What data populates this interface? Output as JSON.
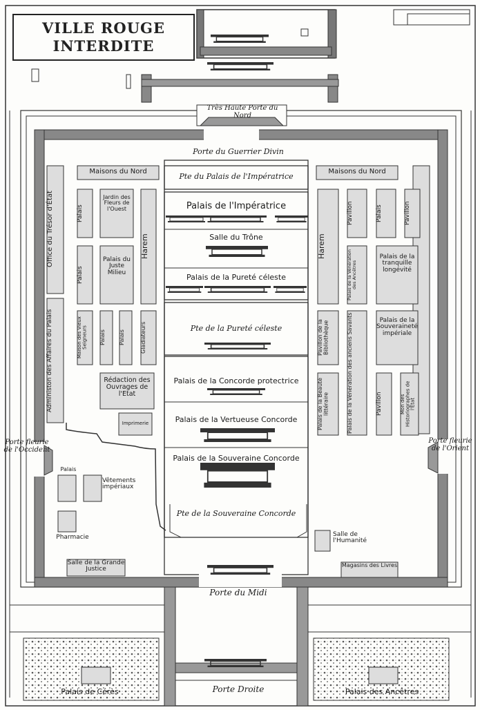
{
  "title": {
    "line1": "VILLE ROUGE",
    "line2": "INTERDITE"
  },
  "gates": {
    "north": "Très Haute Porte du Nord",
    "warrior": "Porte du Guerrier Divin",
    "west": "Porte fleurie de l'Occident",
    "east": "Porte fleurie de l'Orient",
    "south": "Porte du Midi",
    "droite": "Porte Droite"
  },
  "central": {
    "p_palais_imperatrice": "Pte du Palais de l'Impératrice",
    "palais_imperatrice": "Palais de l'Impératrice",
    "salle_trone": "Salle du Trône",
    "palais_purete": "Palais de la Pureté céleste",
    "p_purete": "Pte de la Pureté céleste",
    "concorde_protectrice": "Palais de la Concorde protectrice",
    "vertueuse_concorde": "Palais de la Vertueuse Concorde",
    "souveraine_concorde": "Palais de la Souveraine Concorde",
    "p_souveraine": "Pte de la Souveraine Concorde"
  },
  "west": {
    "maisons_nord": "Maisons du Nord",
    "office_tresor": "Office du Trésor d'État",
    "admin_affaires": "Administon des Affaires du Palais",
    "palais": "Palais",
    "jardin": "Jardin des Fleurs de l'Ouest",
    "harem": "Harem",
    "palais_juste": "Palais du Juste Milieu",
    "maison_vieux": "Maison des Vieux Seigneurs",
    "gladiateurs": "Gladiateurs",
    "redaction": "Rédaction des Ouvrages de l'Etat",
    "imprimerie": "Imprimerie",
    "vetements": "Vêtements impériaux",
    "pharmacie": "Pharmacie",
    "salle_justice": "Salle de la Grande Justice",
    "palais_ceres": "Palais de Cérès"
  },
  "east": {
    "maisons_nord": "Maisons du Nord",
    "harem": "Harem",
    "pavillon": "Pavillon",
    "palais": "Palais",
    "veneration_ancetres": "Palais de la Vénération des Ancêtres",
    "tranquille": "Palais de la tranquille longévité",
    "bibliotheque": "Pavillon de la Bibliothèque",
    "veneration_savants": "Palais de la Vénération des anciens Savants",
    "souverainete": "Palais de la Souveraineté impériale",
    "beaute": "Palais de la Beauté littéraire",
    "histoire": "Mon des Historiographes de l'Etat",
    "humanite": "Salle de l'Humanité",
    "magasins": "Magasins des Livres",
    "palais_ancetres": "Palais des Ancêtres"
  }
}
